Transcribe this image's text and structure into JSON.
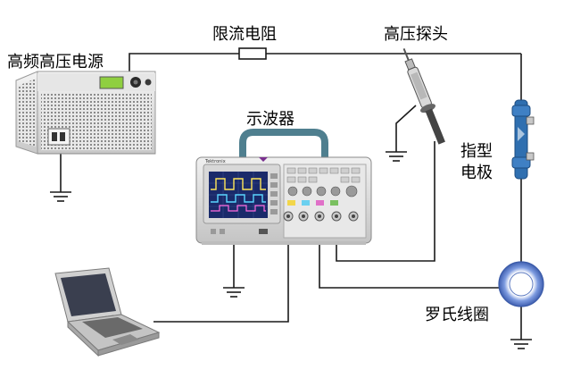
{
  "labels": {
    "power_supply": "高频高压电源",
    "resistor": "限流电阻",
    "probe": "高压探头",
    "oscilloscope": "示波器",
    "electrode_line1": "指型",
    "electrode_line2": "电极",
    "coil": "罗氏线圈"
  },
  "brand": {
    "scope_brand": "Tektronix"
  },
  "colors": {
    "wire": "#1a1a1a",
    "scope_handle": "#4f7f8f",
    "screen_bg": "#1a2a6a",
    "electrode_blue": "#2f6fb0",
    "coil_blue": "#6f8fd0",
    "psu_display": "#8fcf40"
  }
}
